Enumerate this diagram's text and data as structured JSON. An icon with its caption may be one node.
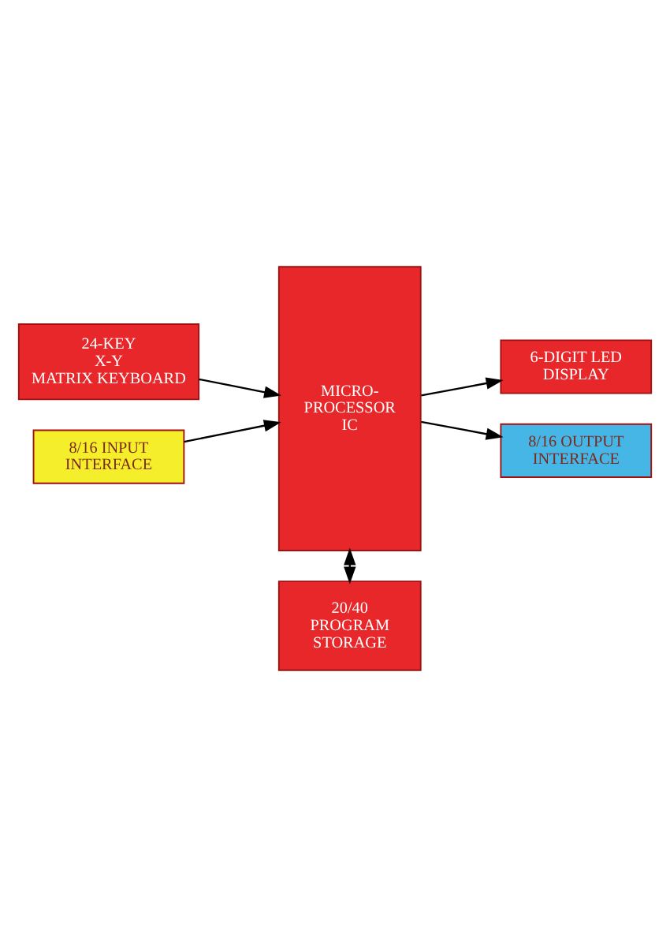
{
  "diagram": {
    "nodes": [
      {
        "text": [
          "MICRO- PROCESSOR IC"
        ]
      },
      {
        "text": [
          "6-DIGIT LED DISPLAY"
        ]
      },
      {
        "text": [
          "24-KEY X-Y MATRIX KEYBOARD"
        ]
      },
      {
        "text": [
          "8/16 INPUT INTERFACE"
        ]
      },
      {
        "text": [
          "8/16 OUTPUT INTERFACE"
        ]
      },
      {
        "text": [
          "20/40 PROGRAM STORAGE"
        ]
      }
    ],
    "edges": [
      {
        "from": 0,
        "to": 1,
        "arrow": "to"
      },
      {
        "from": 2,
        "to": 0,
        "arrow": "to"
      },
      {
        "from": 3,
        "to": 0,
        "arrow": "to"
      },
      {
        "from": 0,
        "to": 4,
        "arrow": "to"
      },
      {
        "from": 0,
        "to": 5,
        "arrow": "both"
      }
    ]
  }
}
